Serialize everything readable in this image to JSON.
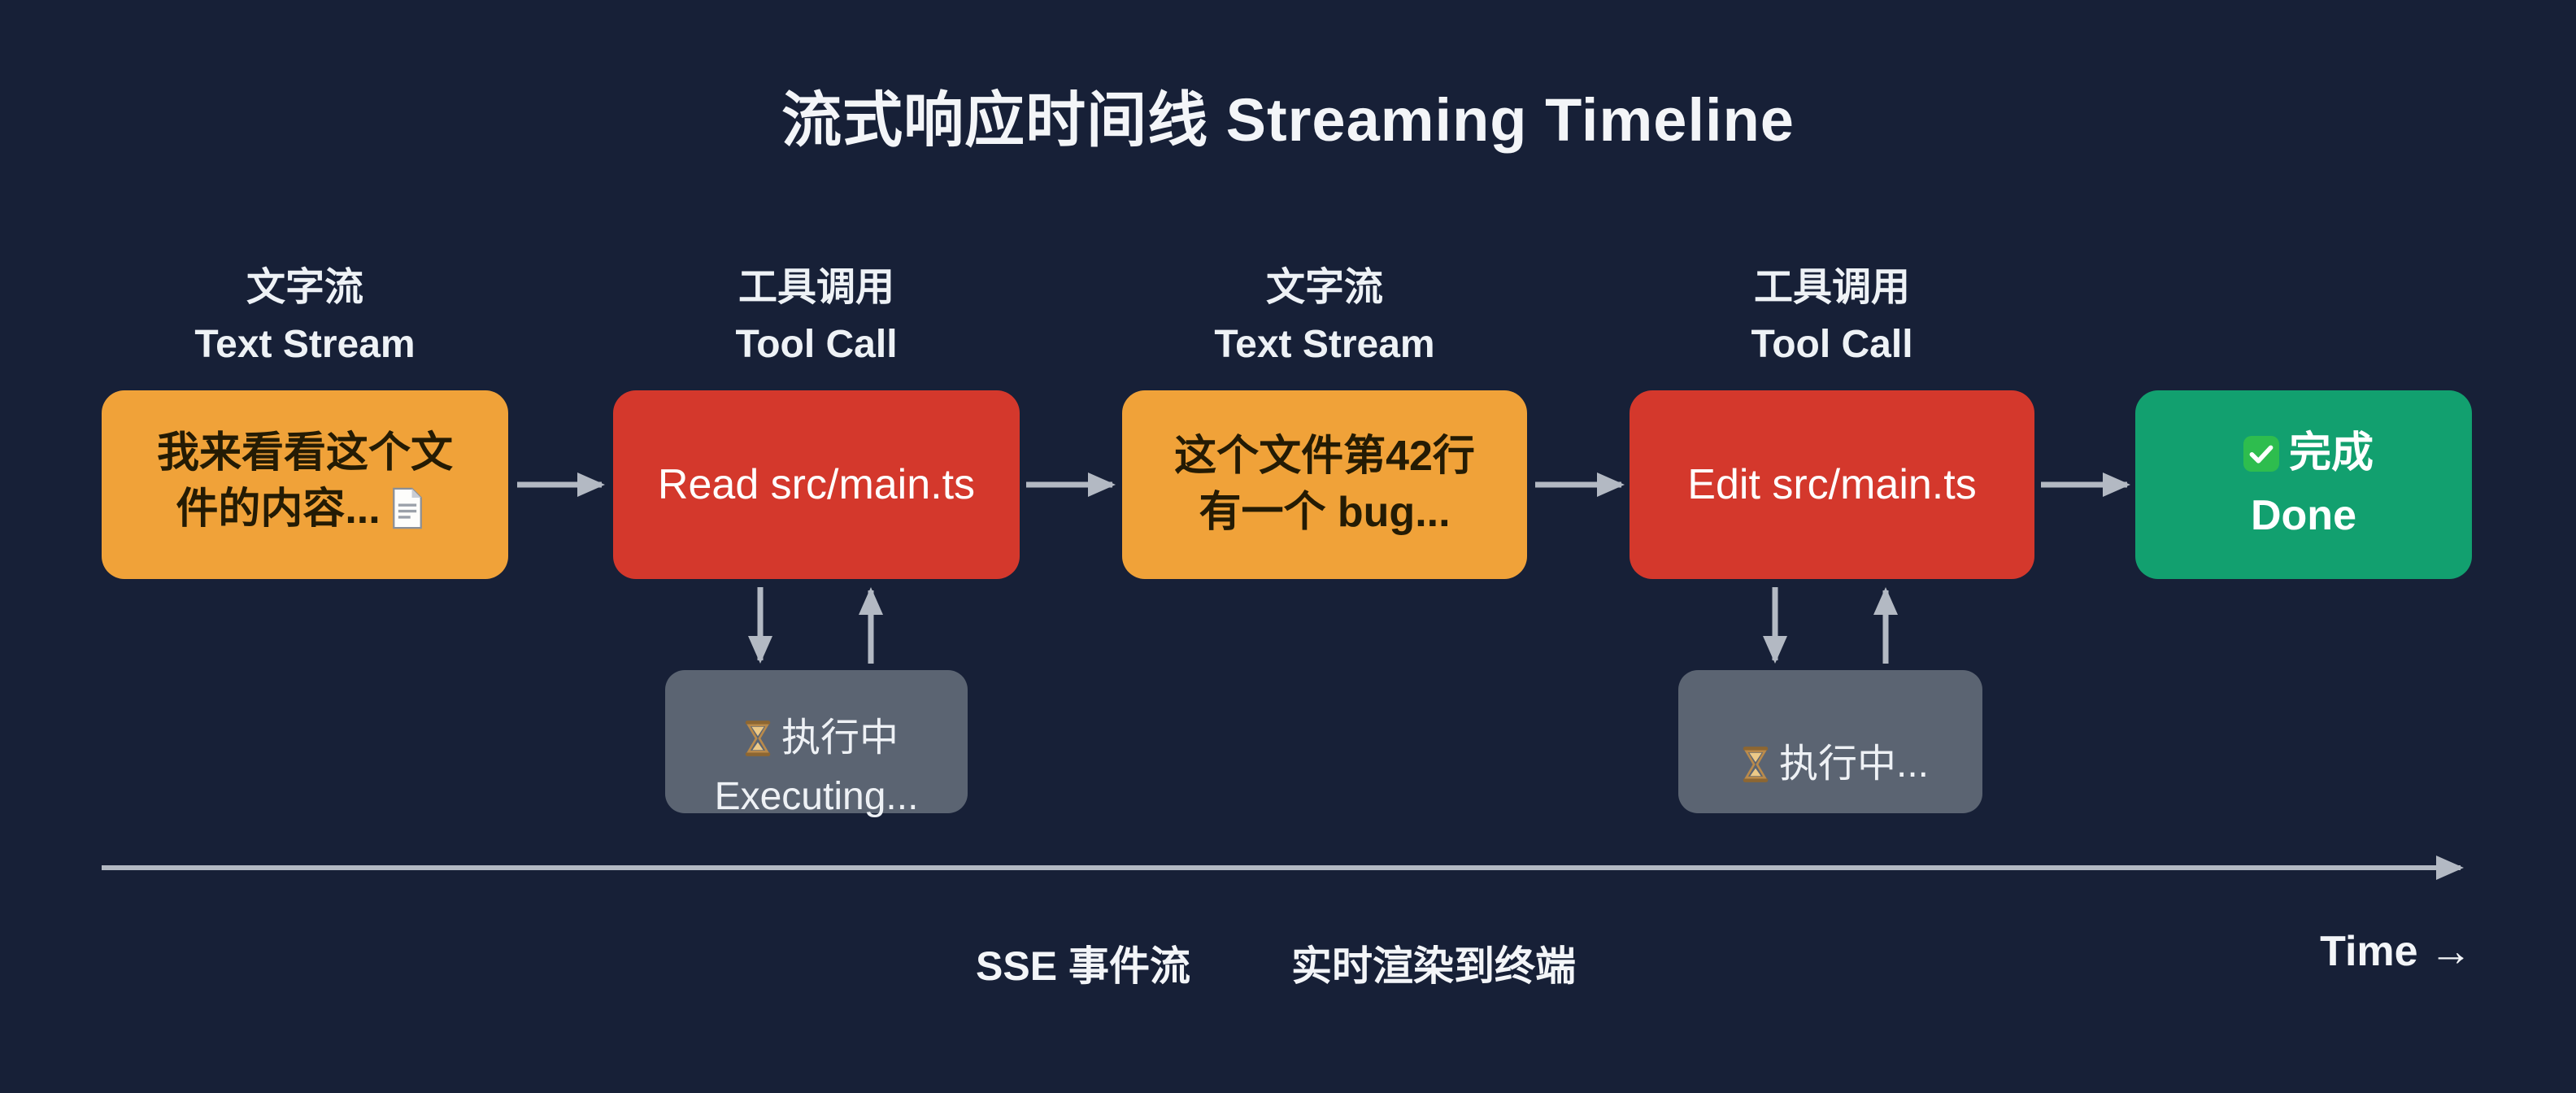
{
  "title": "流式响应时间线 Streaming Timeline",
  "nodes": [
    {
      "label": "文字流\nText Stream",
      "text": "我来看看这个文\n件的内容...",
      "type": "text_stream"
    },
    {
      "label": "工具调用\nTool Call",
      "text": "Read src/main.ts",
      "type": "tool_call"
    },
    {
      "label": "文字流\nText Stream",
      "text": "这个文件第42行\n有一个 bug...",
      "type": "text_stream"
    },
    {
      "label": "工具调用\nTool Call",
      "text": "Edit src/main.ts",
      "type": "tool_call"
    },
    {
      "label": "",
      "text": "完成\nDone",
      "type": "done"
    }
  ],
  "status_boxes": [
    {
      "text": "执行中\nExecuting..."
    },
    {
      "text": "执行中..."
    }
  ],
  "icons": {
    "node0_trailing": "document-icon",
    "status_leading": "hourglass-icon",
    "done_leading": "check-icon"
  },
  "axis": {
    "sse": "SSE 事件流",
    "render": "实时渲染到终端",
    "time": "Time →"
  },
  "colors": {
    "background": "#172037",
    "text_stream_box": "#f0a239",
    "tool_call_box": "#d4382c",
    "done_box": "#12a06f",
    "status_box": "#5b6472",
    "arrow": "#b3b9c3",
    "title_text": "#f3f5f8"
  }
}
